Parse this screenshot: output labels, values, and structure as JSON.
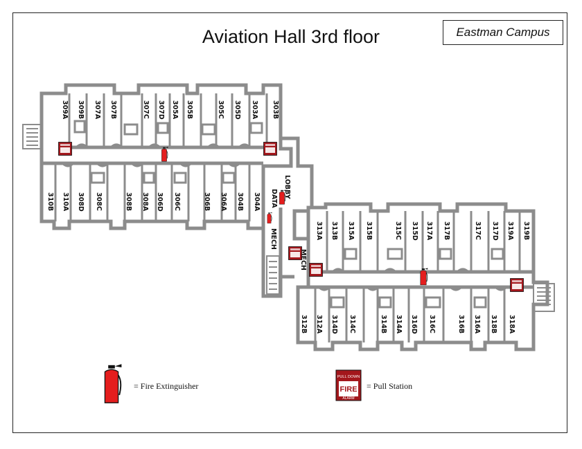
{
  "title": "Aviation Hall 3rd floor",
  "campus": "Eastman Campus",
  "colors": {
    "wall": "#8c8c8c",
    "extinguisher": "#e41e1e",
    "pull_station": "#a3171c"
  },
  "rooms_upper_left_top": [
    "309A",
    "309B",
    "307A",
    "307B",
    "307C",
    "307D",
    "305A",
    "305B",
    "305C",
    "305D",
    "303A",
    "303B"
  ],
  "rooms_upper_left_bottom": [
    "310B",
    "310A",
    "308D",
    "308C",
    "308B",
    "308A",
    "306D",
    "306C",
    "306B",
    "306A",
    "304B",
    "304A"
  ],
  "rooms_lower_right_top": [
    "313A",
    "313B",
    "315A",
    "315B",
    "315C",
    "315D",
    "317A",
    "317B",
    "317C",
    "317D",
    "319A",
    "319B"
  ],
  "rooms_lower_right_bottom": [
    "312B",
    "312A",
    "314D",
    "314C",
    "314B",
    "314A",
    "316D",
    "316C",
    "316B",
    "316A",
    "318B",
    "318A"
  ],
  "utility_labels": {
    "lobby": "LOBBY",
    "data": "DATA",
    "mech1": "MECH",
    "mech2": "MECH"
  },
  "pull_station_label": {
    "top": "PULL DOWN",
    "main": "FIRE",
    "bottom": "ALARM"
  },
  "legend": {
    "extinguisher_label": "= Fire Extinguisher",
    "pull_station_label": "= Pull Station"
  }
}
